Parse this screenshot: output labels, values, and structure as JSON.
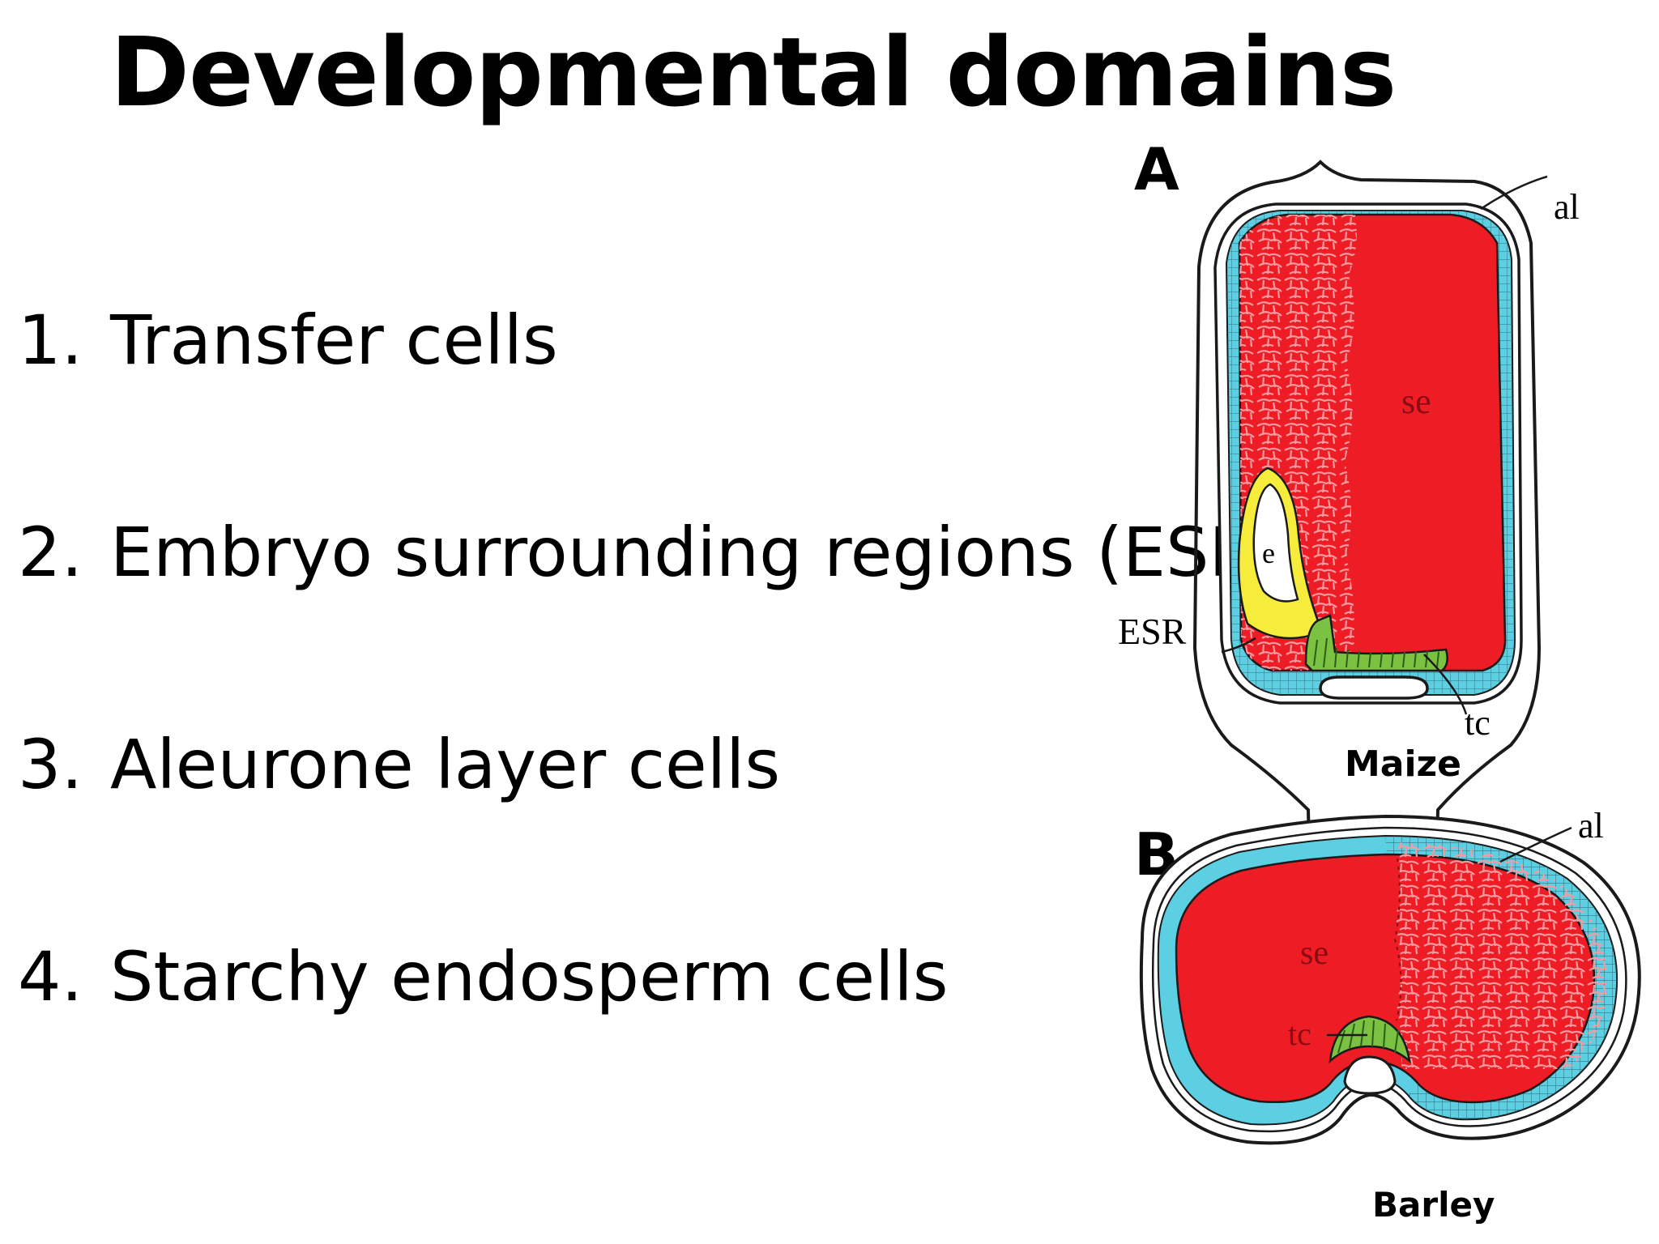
{
  "slide": {
    "title": "Developmental domains",
    "items": [
      {
        "number": "1.",
        "text": "Transfer cells"
      },
      {
        "number": "2.",
        "text": "Embryo surrounding regions (ESR)"
      },
      {
        "number": "3.",
        "text": "Aleurone layer cells"
      },
      {
        "number": "4.",
        "text": "Starchy endosperm cells"
      }
    ]
  },
  "figure": {
    "panel_a": {
      "letter": "A",
      "labels": {
        "al": "al",
        "se": "se",
        "e": "e",
        "esr": "ESR",
        "tc": "tc"
      },
      "caption": "Maize"
    },
    "panel_b": {
      "letter": "B",
      "labels": {
        "al": "al",
        "se": "se",
        "tc": "tc"
      },
      "caption": "Barley"
    },
    "colors": {
      "starchy_endosperm": "#ee1c25",
      "aleurone": "#5ccfe3",
      "transfer_cells": "#7cc242",
      "esr": "#f5ec3c",
      "outline": "#1a1a1a"
    }
  }
}
